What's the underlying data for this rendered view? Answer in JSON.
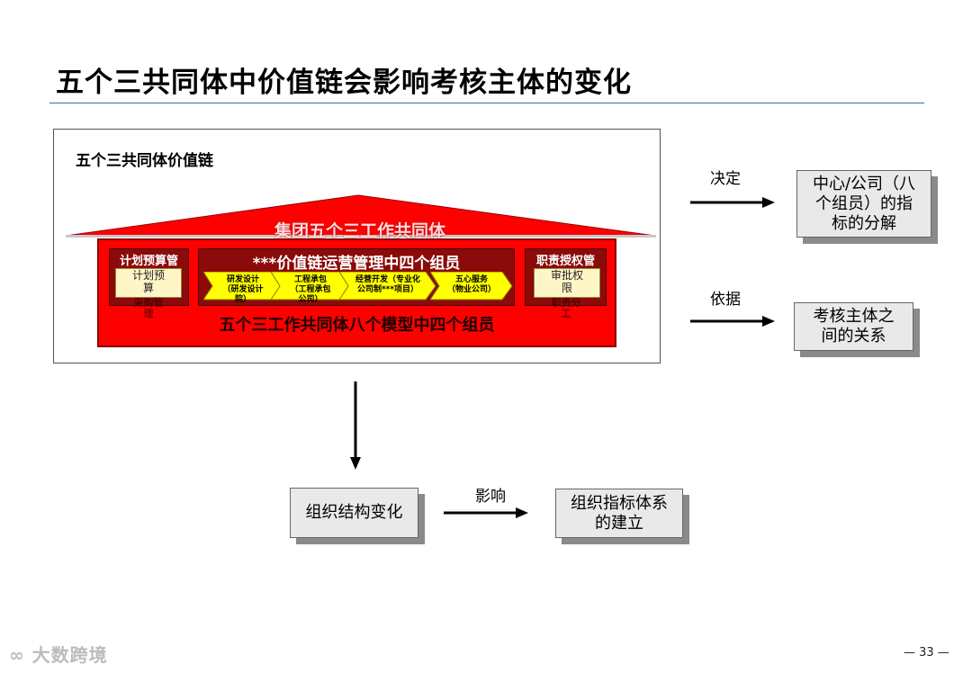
{
  "title": "五个三共同体中价值链会影响考核主体的变化",
  "main_label": "五个三共同体价值链",
  "roof_text": "集团五个三工作共同体",
  "body_text": "五个三工作共同体八个模型中四个组员",
  "center_head": "***价值链运营管理中四个组员",
  "left_pillar": {
    "head": "计划预算管",
    "box": "计划预\n算",
    "under": "采购管\n理"
  },
  "right_pillar": {
    "head": "职责授权管",
    "box": "审批权\n限",
    "under": "职责分\n工"
  },
  "chevrons": [
    {
      "label": "研发设计\n（研发设计\n院）"
    },
    {
      "label": "工程承包\n（工程承包\n公司）"
    },
    {
      "label": "经营开发（专业化\n公司制***项目）"
    },
    {
      "label": "五心服务\n（物业公司）"
    }
  ],
  "arrows": {
    "decide": "决定",
    "basis": "依据",
    "influence": "影响"
  },
  "boxes": {
    "center_indicator": "中心/公司（八\n个组员）的指\n标的分解",
    "relationship": "考核主体之\n间的关系",
    "org_change": "组织结构变化",
    "indicator_system": "组织指标体系\n的建立"
  },
  "footer": {
    "logo_text": "大数跨境",
    "page_number": "— 33 —"
  },
  "colors": {
    "red": "#ff0000",
    "dark_red": "#8b0a0a",
    "chevron_yellow": "#ffff00",
    "box_grey": "#e9e9e9"
  }
}
